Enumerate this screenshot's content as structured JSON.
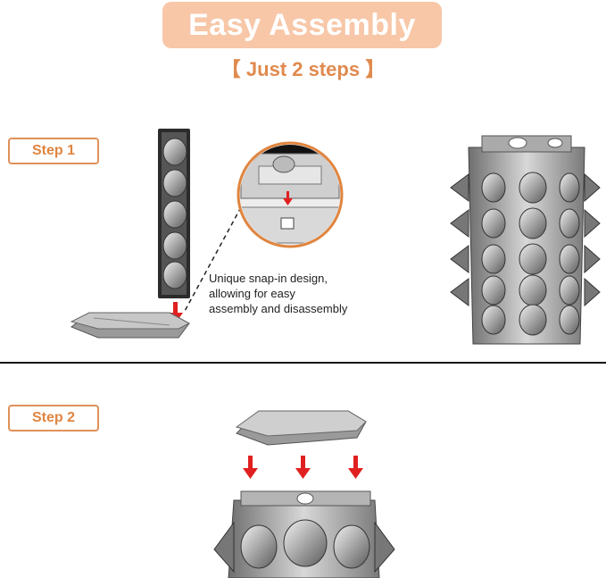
{
  "header": {
    "title": "Easy Assembly",
    "subtitle": "【 Just 2 steps 】"
  },
  "steps": [
    {
      "label": "Step 1"
    },
    {
      "label": "Step 2"
    }
  ],
  "caption": {
    "line1": "Unique snap-in design,",
    "line2": "allowing for easy",
    "line3": "assembly and disassembly"
  },
  "colors": {
    "title_bg": "#f7c7a8",
    "accent_orange": "#e0853f",
    "arrow_red": "#e02020",
    "metal_gray": "#8e8e8e"
  }
}
